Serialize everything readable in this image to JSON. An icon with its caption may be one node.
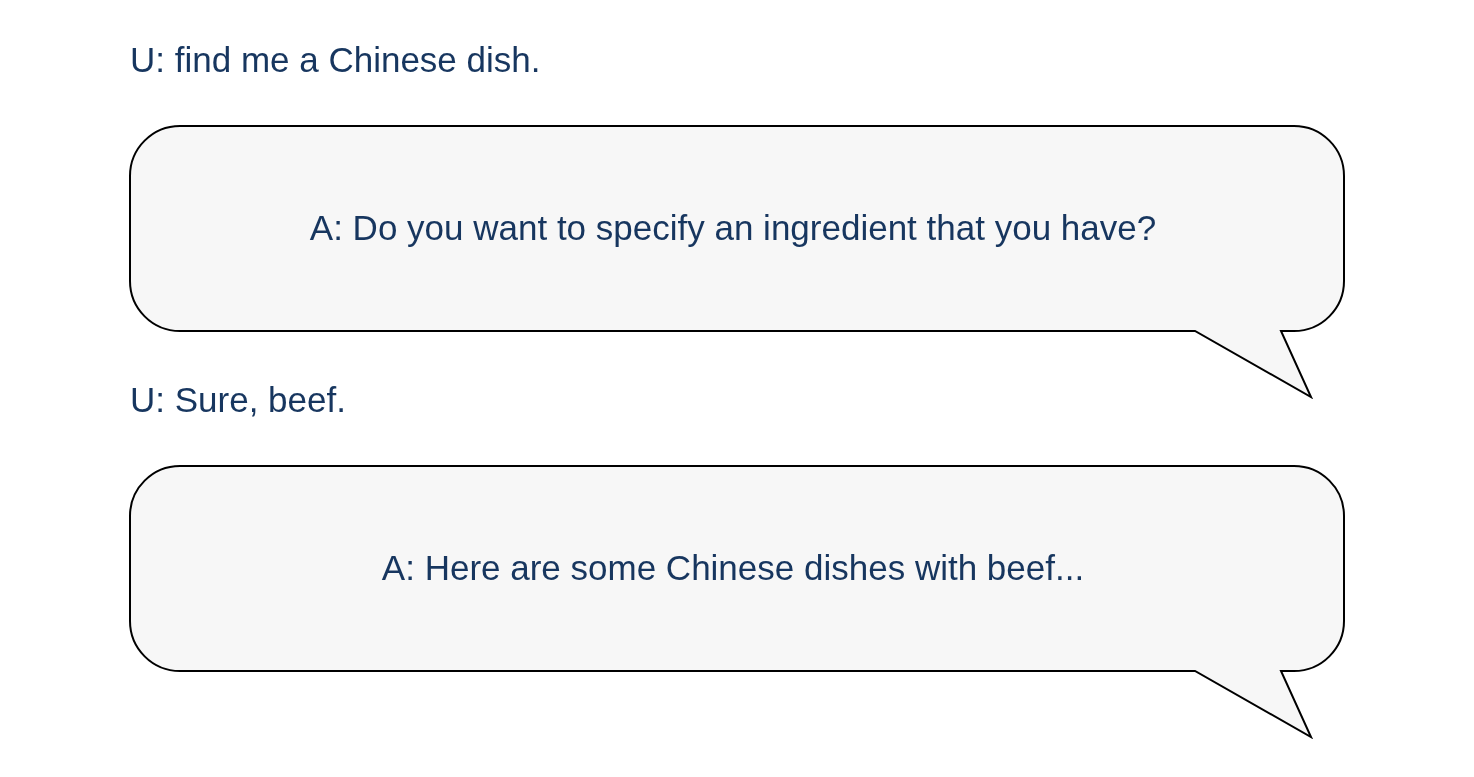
{
  "diagram": {
    "nodes": [
      {
        "text": [
          "A: Do you want to specify an ingredient that you have?"
        ]
      },
      {
        "text": [
          "A: Here are some Chinese dishes with beef..."
        ]
      }
    ],
    "labels": [
      "U: find me a Chinese dish.",
      "U: Sure, beef."
    ]
  }
}
